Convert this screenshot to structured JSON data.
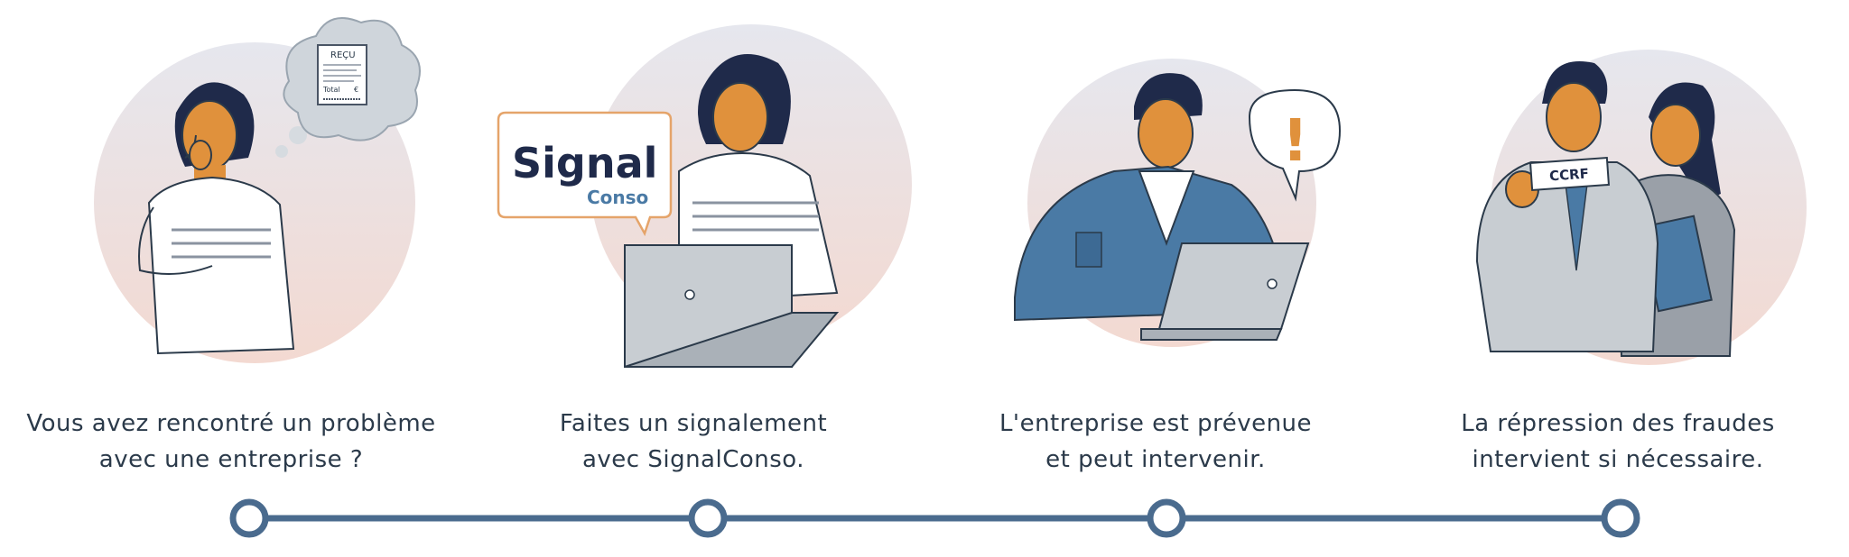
{
  "steps": [
    {
      "line1": "Vous avez rencontré un problème",
      "line2": "avec une entreprise ?",
      "receipt_text": "REÇU",
      "total_label": "Total",
      "currency": "€"
    },
    {
      "line1": "Faites un signalement",
      "line2": "avec SignalConso.",
      "logo_main": "Signal",
      "logo_sub": "Conso"
    },
    {
      "line1": "L'entreprise est prévenue",
      "line2": "et peut intervenir.",
      "alert_mark": "!"
    },
    {
      "line1": "La répression des fraudes",
      "line2": "intervient si nécessaire.",
      "badge_text": "CCRF"
    }
  ],
  "colors": {
    "line": "#4a6b8e",
    "text": "#2b3a4a",
    "skin": "#e0913c",
    "hair": "#1f2a4a",
    "jacket": "#4a7aa5"
  }
}
